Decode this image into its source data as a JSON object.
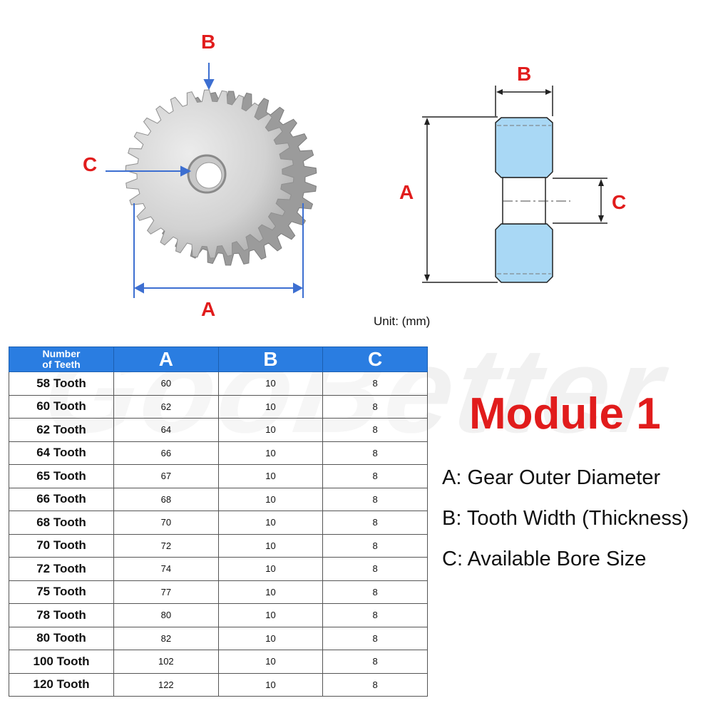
{
  "photo_labels": {
    "a": "A",
    "b": "B",
    "c": "C"
  },
  "diagram_labels": {
    "a": "A",
    "b": "B",
    "c": "C"
  },
  "unit_label": "Unit: (mm)",
  "table": {
    "header": {
      "first": [
        "Number",
        "of Teeth"
      ],
      "a": "A",
      "b": "B",
      "c": "C"
    },
    "rows": [
      {
        "name": "58 Tooth",
        "a": "60",
        "b": "10",
        "c": "8"
      },
      {
        "name": "60 Tooth",
        "a": "62",
        "b": "10",
        "c": "8"
      },
      {
        "name": "62 Tooth",
        "a": "64",
        "b": "10",
        "c": "8"
      },
      {
        "name": "64 Tooth",
        "a": "66",
        "b": "10",
        "c": "8"
      },
      {
        "name": "65 Tooth",
        "a": "67",
        "b": "10",
        "c": "8"
      },
      {
        "name": "66 Tooth",
        "a": "68",
        "b": "10",
        "c": "8"
      },
      {
        "name": "68 Tooth",
        "a": "70",
        "b": "10",
        "c": "8"
      },
      {
        "name": "70 Tooth",
        "a": "72",
        "b": "10",
        "c": "8"
      },
      {
        "name": "72 Tooth",
        "a": "74",
        "b": "10",
        "c": "8"
      },
      {
        "name": "75 Tooth",
        "a": "77",
        "b": "10",
        "c": "8"
      },
      {
        "name": "78 Tooth",
        "a": "80",
        "b": "10",
        "c": "8"
      },
      {
        "name": "80 Tooth",
        "a": "82",
        "b": "10",
        "c": "8"
      },
      {
        "name": "100 Tooth",
        "a": "102",
        "b": "10",
        "c": "8"
      },
      {
        "name": "120 Tooth",
        "a": "122",
        "b": "10",
        "c": "8"
      }
    ]
  },
  "module_title": "Module 1",
  "legend": [
    "A: Gear Outer Diameter",
    "B: Tooth Width (Thickness)",
    "C: Available Bore Size"
  ],
  "watermark": "GooBetter",
  "colors": {
    "accent_red": "#e11c1c",
    "header_blue": "#2a7de1",
    "arrow_blue": "#3d6fd1",
    "diagram_fill": "#a9d8f5"
  }
}
